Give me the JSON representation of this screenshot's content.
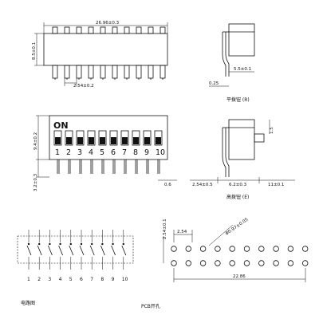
{
  "colors": {
    "ink": "#111111",
    "paper": "#ffffff"
  },
  "front": {
    "width_dim": "26.96±0.3",
    "height_dim": "8.5±0.1",
    "pitch_dim": "2.54±0.2"
  },
  "side_flat": {
    "dim_top": "5.5±0.1",
    "dim_left": "0.25",
    "caption": "平拨钮 (R)"
  },
  "top_view": {
    "on_label": "ON",
    "numbers": [
      "1",
      "2",
      "3",
      "4",
      "5",
      "6",
      "7",
      "8",
      "9",
      "10"
    ],
    "height_dim": "9.4±0.2",
    "pin_dim": "3.2±0.3",
    "thick_dim": "0.6"
  },
  "side_raised": {
    "dim_right": "1.5",
    "dims_bottom": [
      "2.54±0.5",
      "6.2±0.3",
      "11±0.1"
    ],
    "caption": "高拨钮 (E)"
  },
  "schematic": {
    "numbers": [
      "1",
      "2",
      "3",
      "4",
      "5",
      "6",
      "7",
      "8",
      "9",
      "10"
    ],
    "caption": "电路图"
  },
  "pcb": {
    "dim_row": "2.54±0.1",
    "dim_pitch": "2.54",
    "dim_hole": "Φ0.97±0.05",
    "dim_total": "22.86",
    "caption": "PCB开孔"
  }
}
